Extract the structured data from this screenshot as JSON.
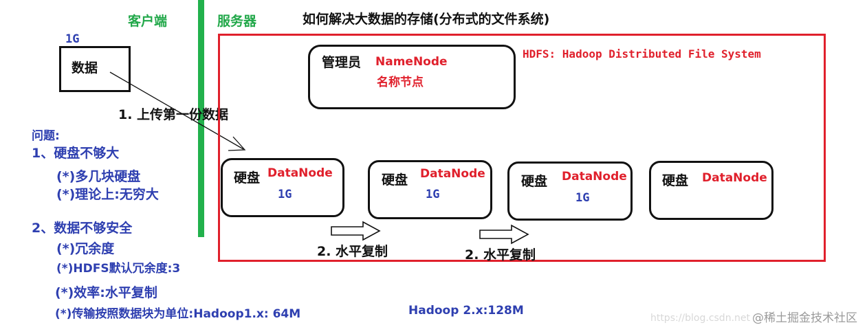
{
  "title": "如何解决大数据的存储(分布式的文件系统)",
  "client": {
    "label": "客户端",
    "size": "1G",
    "data_label": "数据"
  },
  "server": {
    "label": "服务器"
  },
  "upload_step": "1. 上传第一份数据",
  "namenode": {
    "prefix": "管理员",
    "name": "NameNode",
    "cn": "名称节点"
  },
  "hdfs_label": "HDFS: Hadoop Distributed File System",
  "datanodes": [
    {
      "label": "硬盘",
      "name": "DataNode",
      "size": "1G"
    },
    {
      "label": "硬盘",
      "name": "DataNode",
      "size": "1G"
    },
    {
      "label": "硬盘",
      "name": "DataNode",
      "size": "1G"
    },
    {
      "label": "硬盘",
      "name": "DataNode",
      "size": ""
    }
  ],
  "replication": [
    "2. 水平复制",
    "2. 水平复制"
  ],
  "problems": {
    "heading": "问题:",
    "p1": "1、硬盘不够大",
    "p1_a": "(*)多几块硬盘",
    "p1_b": "(*)理论上:无穷大",
    "p2": "2、数据不够安全",
    "p2_a": "(*)冗余度",
    "p2_b": "(*)HDFS默认冗余度:3",
    "p3": "(*)效率:水平复制",
    "p4": "(*)传输按照数据块为单位:Hadoop1.x: 64M",
    "p4_tail": "Hadoop 2.x:128M"
  },
  "watermark": "@稀土掘金技术社区",
  "watermark_faint": "https://blog.csdn.net",
  "colors": {
    "green": "#22b14c",
    "red": "#e0202c",
    "blue": "#2e3fb0",
    "black": "#111111"
  }
}
